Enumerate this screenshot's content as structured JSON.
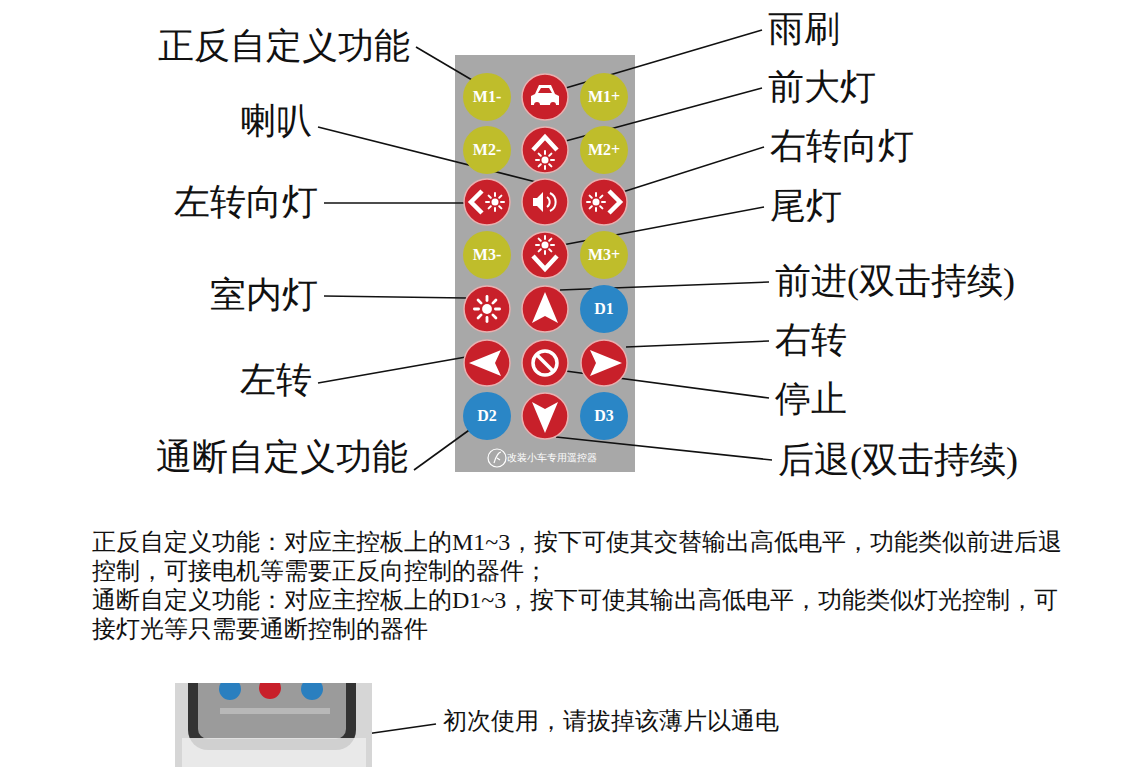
{
  "diagram": {
    "nodes": [
      {
        "text": [
          "改装小车专用遥控器"
        ]
      },
      {
        "text": [
          "M1-"
        ],
        "in": 0
      },
      {
        "text": [
          "M1+"
        ],
        "in": 0
      },
      {
        "text": [
          "M2-"
        ],
        "in": 0
      },
      {
        "text": [
          "M2+"
        ],
        "in": 0
      },
      {
        "text": [
          "M3-"
        ],
        "in": 0
      },
      {
        "text": [
          "M3+"
        ],
        "in": 0
      },
      {
        "text": [
          "D1"
        ],
        "in": 0
      },
      {
        "text": [
          "D2"
        ],
        "in": 0
      },
      {
        "text": [
          "D3"
        ],
        "in": 0
      }
    ],
    "labels": [
      "正反自定义功能",
      "雨刷",
      "前大灯",
      "喇叭",
      "右转向灯",
      "左转向灯",
      "尾灯",
      "前进(双击持续)",
      "室内灯",
      "右转",
      "左转",
      "停止",
      "通断自定义功能",
      "后退(双击持续)",
      "正反自定义功能：对应主控板上的M1~3，按下可使其交替输出高低电平，功能类似前进后退控制，可接电机等需要正反向控制的器件；",
      "通断自定义功能：对应主控板上的D1~3，按下可使其输出高低电平，功能类似灯光控制，可接灯光等只需要通断控制的器件",
      "初次使用，请拔掉该薄片以通电"
    ]
  }
}
